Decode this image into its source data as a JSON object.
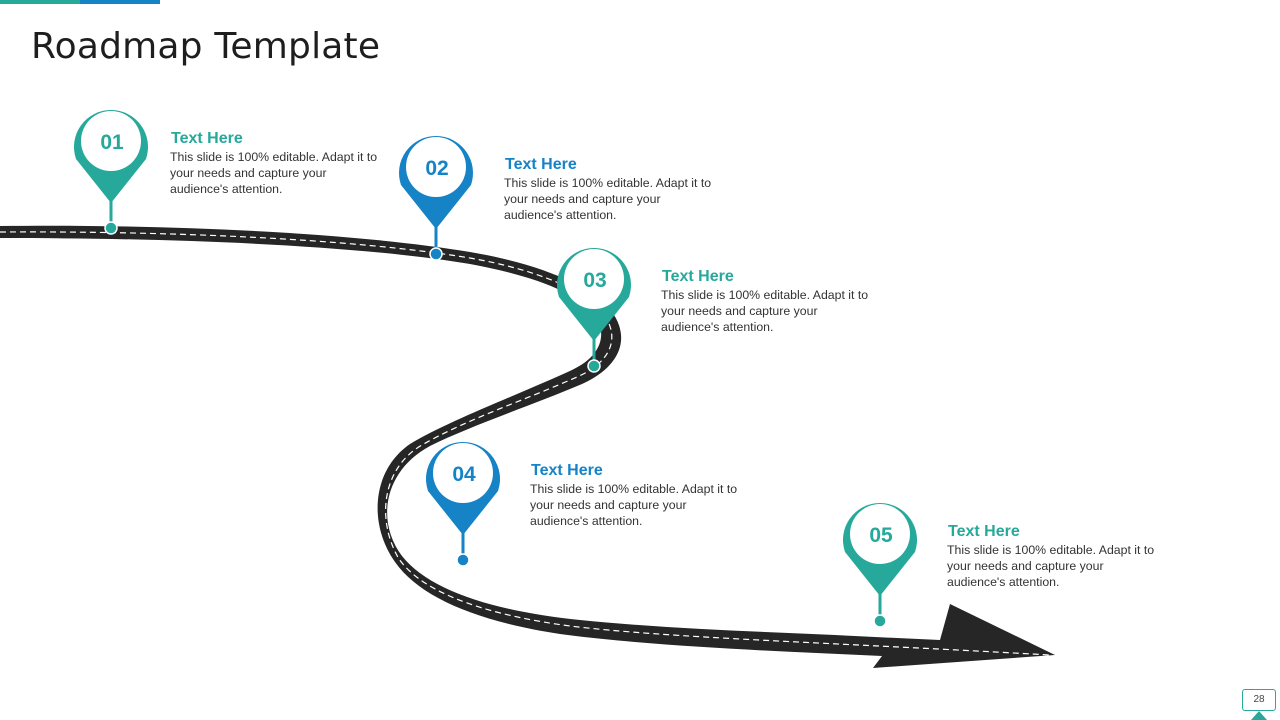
{
  "slide": {
    "title": "Roadmap Template",
    "page_number": "28"
  },
  "colors": {
    "teal": "#26a99b",
    "blue": "#1583c6",
    "road": "#262626",
    "text": "#333333"
  },
  "milestones": [
    {
      "number": "01",
      "heading": "Text Here",
      "body": "This slide is 100% editable. Adapt it to your needs and capture your audience's attention.",
      "color": "teal"
    },
    {
      "number": "02",
      "heading": "Text Here",
      "body": "This slide is 100% editable. Adapt it to your needs and capture your audience's attention.",
      "color": "blue"
    },
    {
      "number": "03",
      "heading": "Text Here",
      "body": "This slide is 100% editable. Adapt it to your needs and capture your audience's attention.",
      "color": "teal"
    },
    {
      "number": "04",
      "heading": "Text Here",
      "body": "This slide is 100% editable. Adapt it to your needs and capture your audience's attention.",
      "color": "blue"
    },
    {
      "number": "05",
      "heading": "Text Here",
      "body": "This slide is 100% editable. Adapt it to your needs and capture your audience's attention.",
      "color": "teal"
    }
  ]
}
